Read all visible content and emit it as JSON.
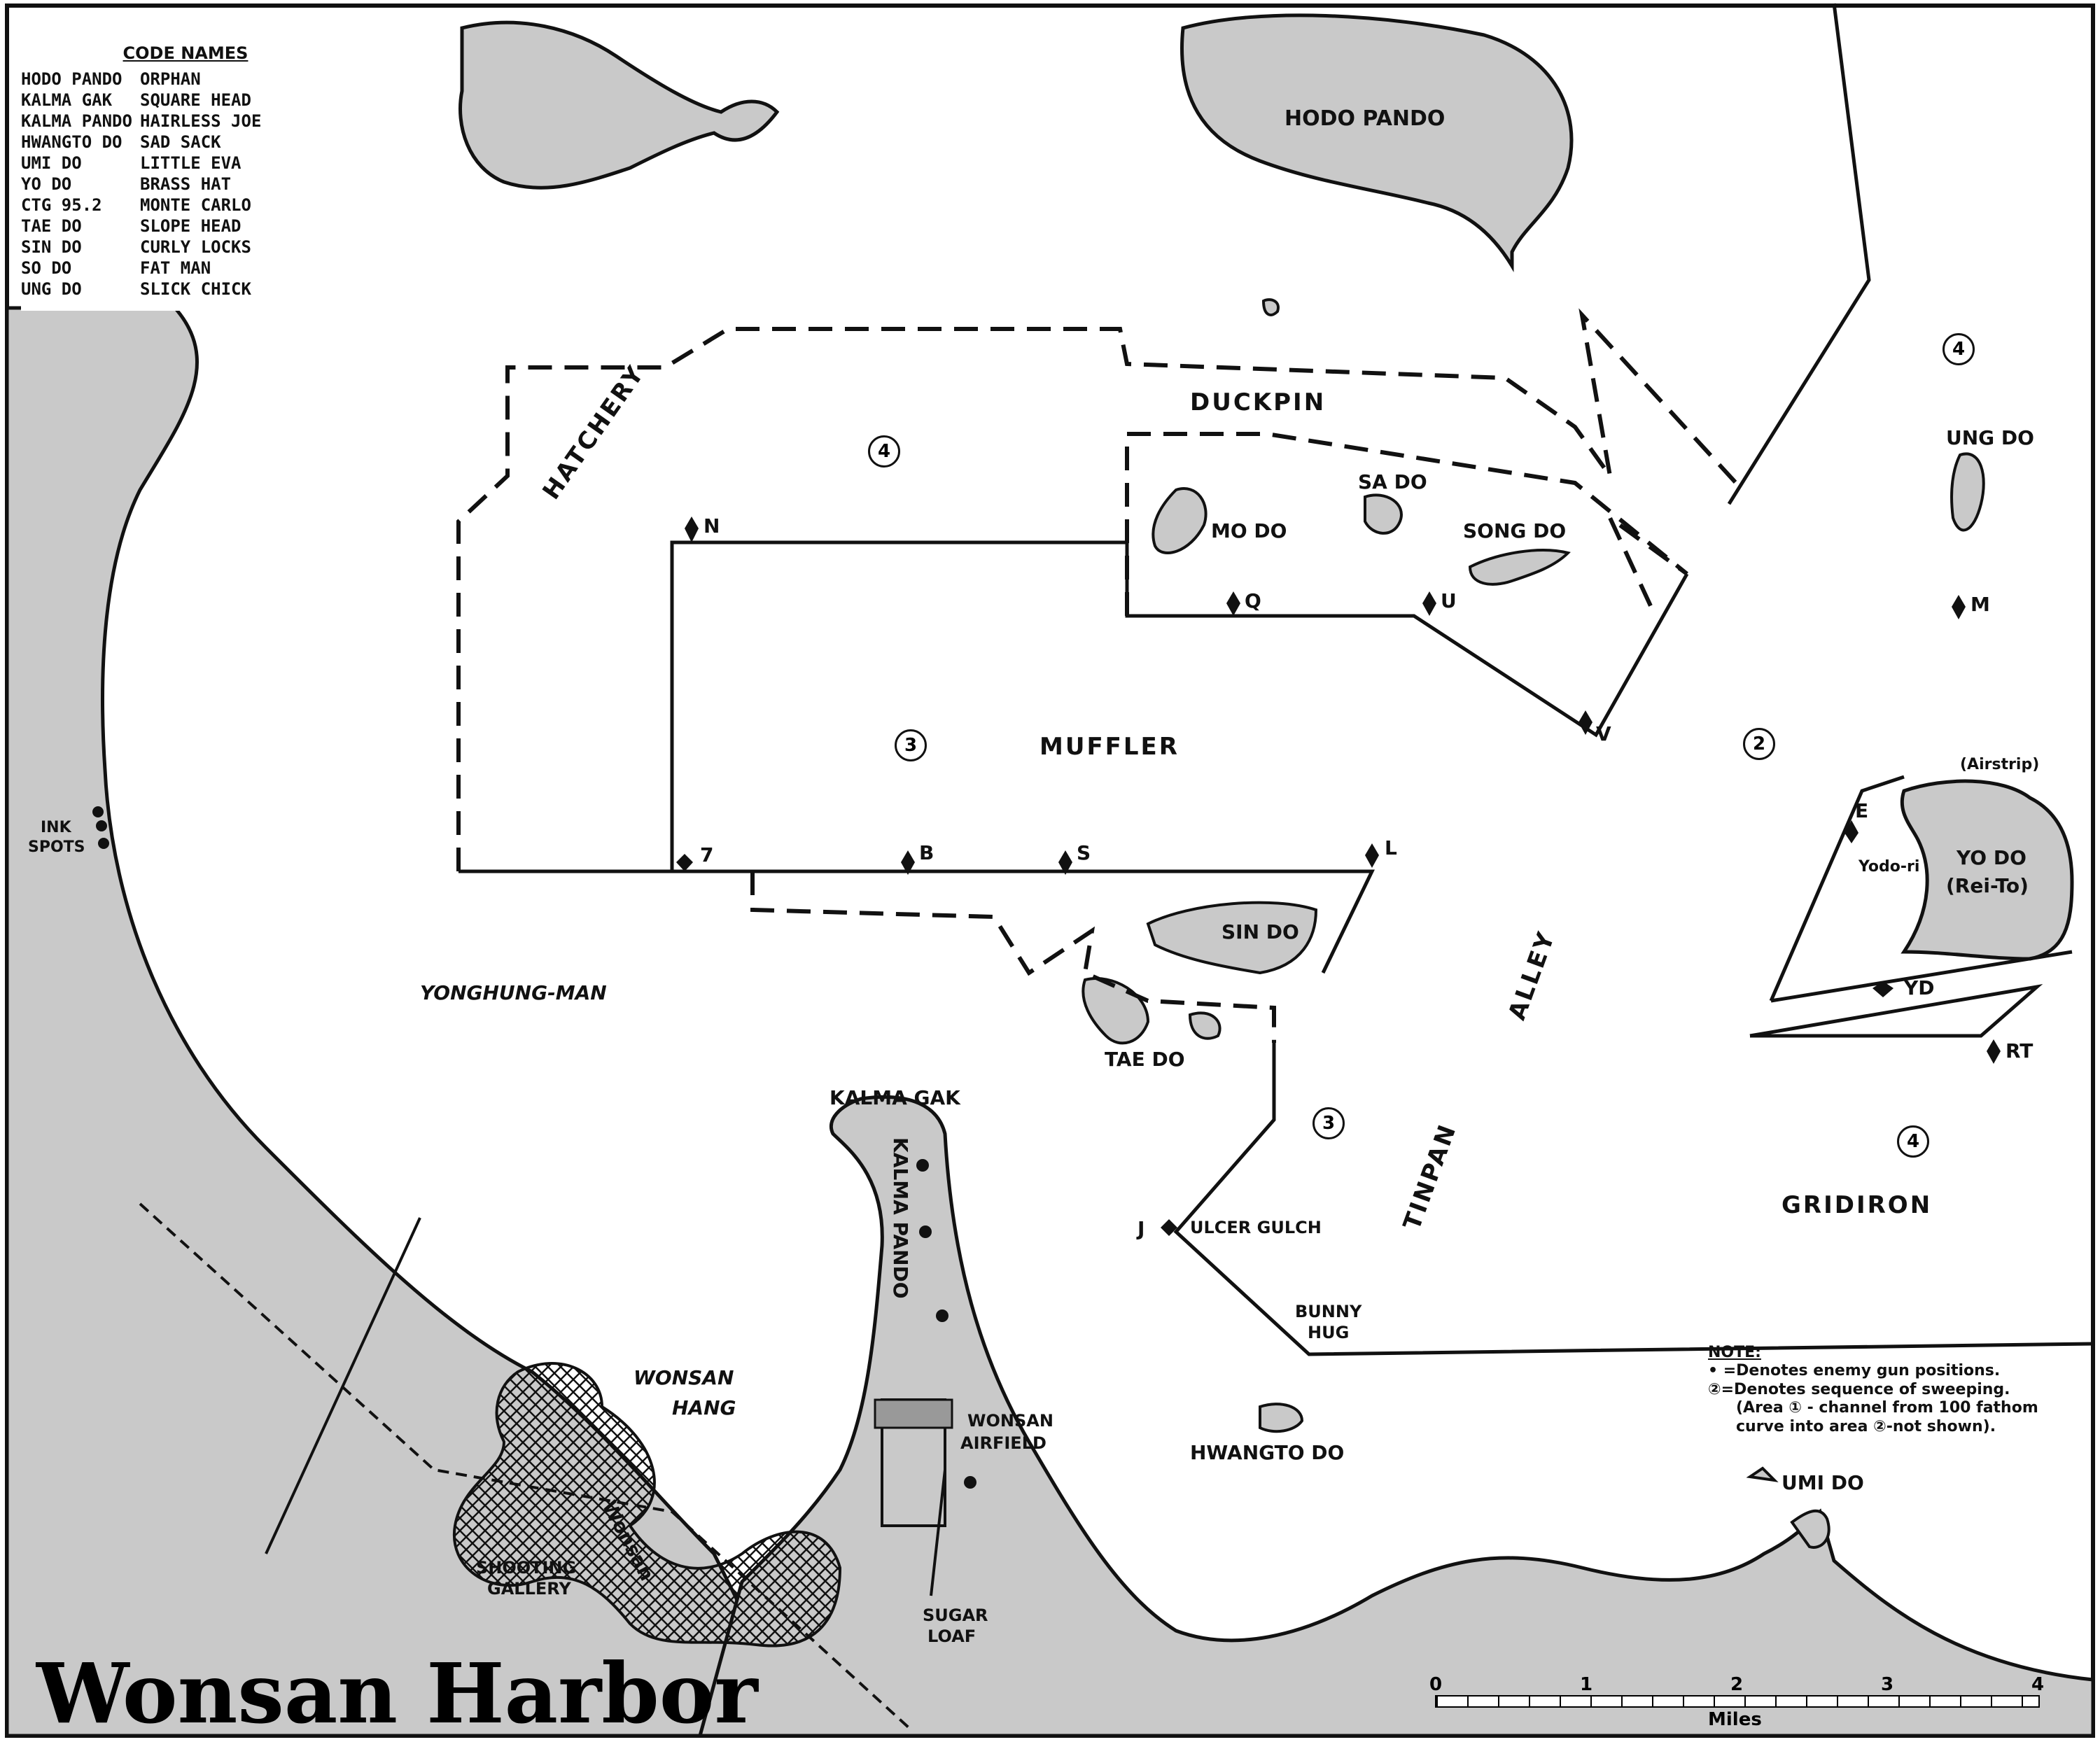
{
  "title": "Wonsan Harbor",
  "legend": {
    "heading": "CODE NAMES",
    "entries": [
      {
        "place": "HODO PANDO",
        "code": "ORPHAN"
      },
      {
        "place": "KALMA GAK",
        "code": "SQUARE HEAD"
      },
      {
        "place": "KALMA PANDO",
        "code": "HAIRLESS JOE"
      },
      {
        "place": "HWANGTO DO",
        "code": "SAD SACK"
      },
      {
        "place": "UMI DO",
        "code": "LITTLE EVA"
      },
      {
        "place": "YO DO",
        "code": "BRASS HAT"
      },
      {
        "place": "CTG 95.2",
        "code": "MONTE CARLO"
      },
      {
        "place": "TAE DO",
        "code": "SLOPE HEAD"
      },
      {
        "place": "SIN DO",
        "code": "CURLY LOCKS"
      },
      {
        "place": "SO DO",
        "code": "FAT MAN"
      },
      {
        "place": "UNG DO",
        "code": "SLICK CHICK"
      }
    ]
  },
  "areas": {
    "duckpin": "DUCKPIN",
    "hatchery": "HATCHERY",
    "muffler": "MUFFLER",
    "alley": "ALLEY",
    "tinpan": "TINPAN",
    "gridiron": "GRIDIRON",
    "ulcer_gulch": "ULCER GULCH",
    "bunny_hug_1": "BUNNY",
    "bunny_hug_2": "HUG"
  },
  "places": {
    "hodo_pando": "HODO PANDO",
    "ung_do": "UNG DO",
    "sa_do": "SA DO",
    "mo_do": "MO DO",
    "song_do": "SONG DO",
    "sin_do": "SIN DO",
    "tae_do": "TAE DO",
    "kalma_gak": "KALMA GAK",
    "kalma_pando": "KALMA PANDO",
    "yo_do": "YO DO",
    "rei_to": "(Rei-To)",
    "yodo_ri": "Yodo-ri",
    "airstrip": "(Airstrip)",
    "hwangto_do": "HWANGTO DO",
    "umi_do": "UMI DO",
    "yonghung_man": "YONGHUNG-MAN",
    "wonsan_hang_1": "WONSAN",
    "wonsan_hang_2": "HANG",
    "wonsan": "Wonsan",
    "wonsan_airfield_1": "WONSAN",
    "wonsan_airfield_2": "AIRFIELD",
    "shooting_gallery_1": "SHOOTING",
    "shooting_gallery_2": "GALLERY",
    "sugar_loaf_1": "SUGAR",
    "sugar_loaf_2": "LOAF",
    "ink_spots_1": "INK",
    "ink_spots_2": "SPOTS"
  },
  "points": {
    "N": "N",
    "Q": "Q",
    "U": "U",
    "V": "V",
    "M": "M",
    "E": "E",
    "seven": "7",
    "B": "B",
    "S": "S",
    "L": "L",
    "YD": "YD",
    "RT": "RT",
    "J": "J"
  },
  "sequence_markers": {
    "duckpin_area": "4",
    "ung_do_area": "4",
    "muffler_area": "3",
    "alley_area": "2",
    "tinpan_area": "3",
    "gridiron_area": "4"
  },
  "note": {
    "title": "NOTE:",
    "line1": "• =Denotes enemy gun positions.",
    "line2": "②=Denotes sequence of sweeping.",
    "line3": "(Area ① - channel from 100 fathom",
    "line4": "curve into area ②-not shown)."
  },
  "scale": {
    "ticks": [
      "0",
      "1",
      "2",
      "3",
      "4"
    ],
    "unit": "Miles"
  },
  "colors": {
    "land": "#c9c9c9",
    "water": "#ffffff",
    "ink": "#111111"
  }
}
